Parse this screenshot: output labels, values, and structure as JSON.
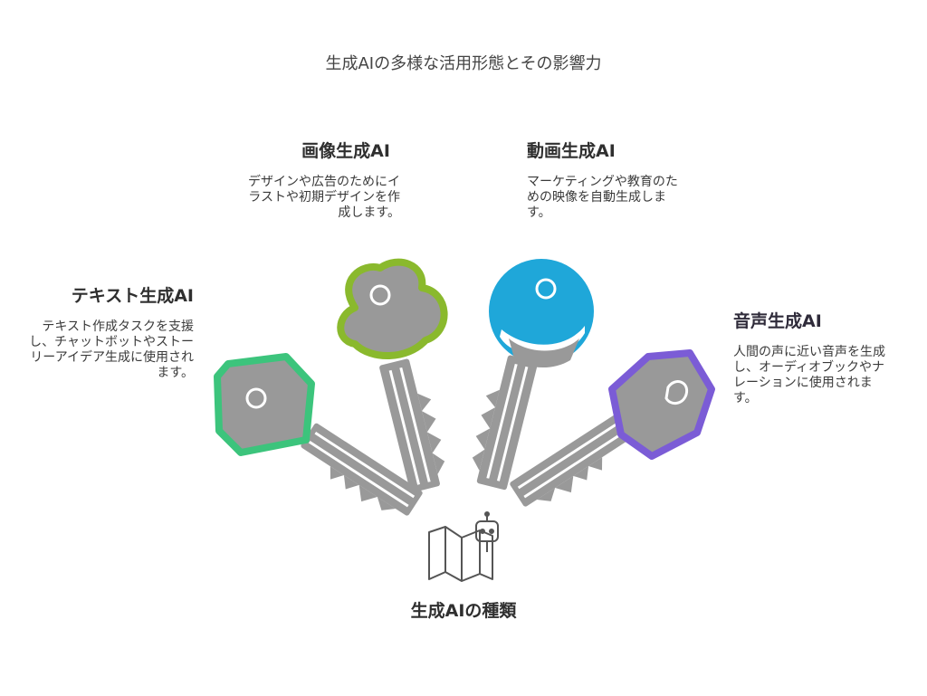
{
  "page_title": "生成AIの多様な活用形態とその影響力",
  "center": {
    "title": "生成AIの種類"
  },
  "items": {
    "text": {
      "title": "テキスト生成AI",
      "desc": "テキスト作成タスクを支援し、チャットボットやストーリーアイデア生成に使用されます。",
      "color": "#3cc47c"
    },
    "image": {
      "title": "画像生成AI",
      "desc": "デザインや広告のためにイラストや初期デザインを作成します。",
      "color": "#8ab92d"
    },
    "video": {
      "title": "動画生成AI",
      "desc": "マーケティングや教育のための映像を自動生成します。",
      "color": "#1fa7d9"
    },
    "audio": {
      "title": "音声生成AI",
      "desc": "人間の声に近い音声を生成し、オーディオブックやナレーションに使用されます。",
      "color": "#7b5cd6"
    }
  },
  "key_grey": "#999999"
}
